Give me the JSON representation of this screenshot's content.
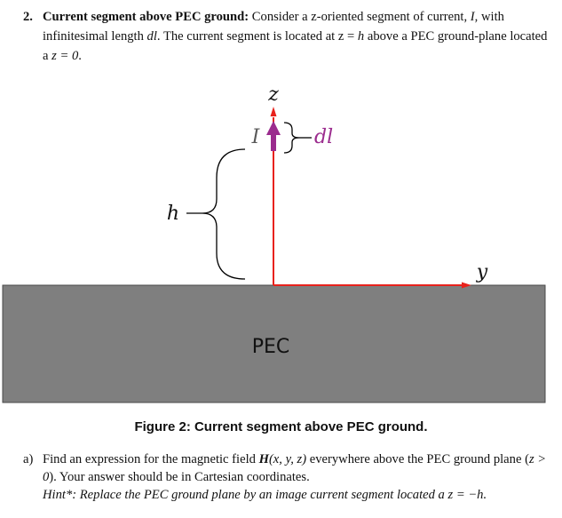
{
  "problem": {
    "number": "2.",
    "title": "Current segment above PEC ground:",
    "text_1": " Consider a z-oriented segment of current, ",
    "sym_current": "I",
    "text_2": ", with infinitesimal length ",
    "sym_dl": "dl",
    "text_3": ". The current segment is located at z = ",
    "sym_h": "h",
    "text_4": " above a PEC ground-plane located a ",
    "eq_z0": "z = 0",
    "text_5": "."
  },
  "figure": {
    "label_z": "z",
    "label_y": "y",
    "label_I": "I",
    "label_dl": "dl",
    "label_h": "h",
    "label_pec": "PEC",
    "colors": {
      "axis_red": "#e8221c",
      "arrow_purple": "#9b2c8e",
      "ground_gray": "#7f7f7f",
      "label_gray": "#595959",
      "brace_black": "#000000"
    }
  },
  "caption": "Figure 2: Current segment above PEC ground.",
  "part_a": {
    "label": "a)",
    "text_1": "Find an expression for the magnetic field ",
    "sym_H": "H",
    "args": "(x, y, z)",
    "text_2": " everywhere above the PEC ground plane (",
    "cond": "z > 0",
    "text_3": "). Your answer should be in Cartesian coordinates.",
    "hint_1": "Hint*: Replace the PEC ground plane by an image current segment located a ",
    "hint_eq": "z = −h",
    "hint_end": "."
  }
}
